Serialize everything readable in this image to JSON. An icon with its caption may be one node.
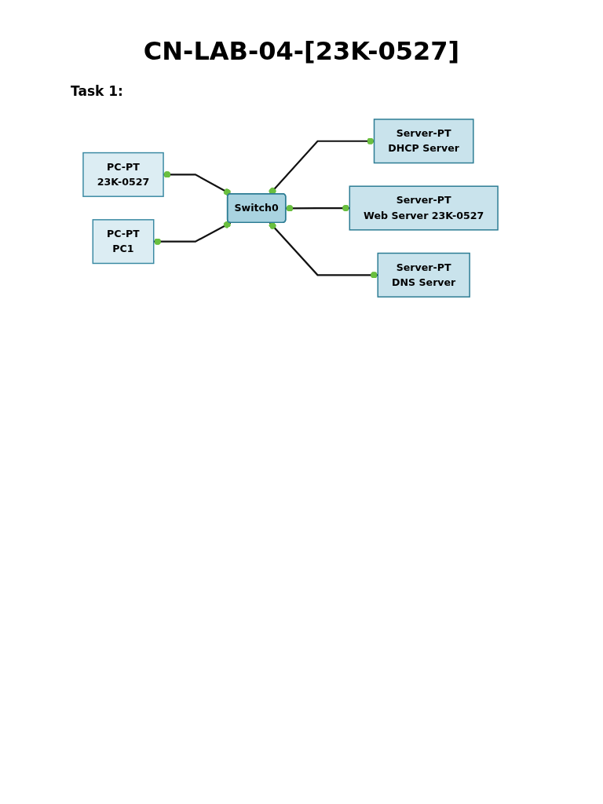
{
  "diagram": {
    "title": "CN-LAB-04-[23K-0527]",
    "nodes": [
      {
        "text": [
          "Server-PT",
          "DHCP Server"
        ]
      },
      {
        "text": [
          "PC-PT",
          "23K-0527"
        ]
      },
      {
        "text": [
          "Switch0"
        ]
      },
      {
        "text": [
          "Server-PT",
          "Web Server 23K-0527"
        ]
      },
      {
        "text": [
          "PC-PT",
          "PC1"
        ]
      },
      {
        "text": [
          "Server-PT",
          "DNS Server"
        ]
      }
    ],
    "edges": [
      {
        "from": 1,
        "to": 2,
        "arrow": "other"
      },
      {
        "from": 4,
        "to": 2,
        "arrow": "other"
      },
      {
        "from": 2,
        "to": 0,
        "arrow": "other"
      },
      {
        "from": 2,
        "to": 3,
        "arrow": "other"
      },
      {
        "from": 2,
        "to": 5,
        "arrow": "other"
      }
    ],
    "labels": [
      "Task 1:"
    ]
  }
}
